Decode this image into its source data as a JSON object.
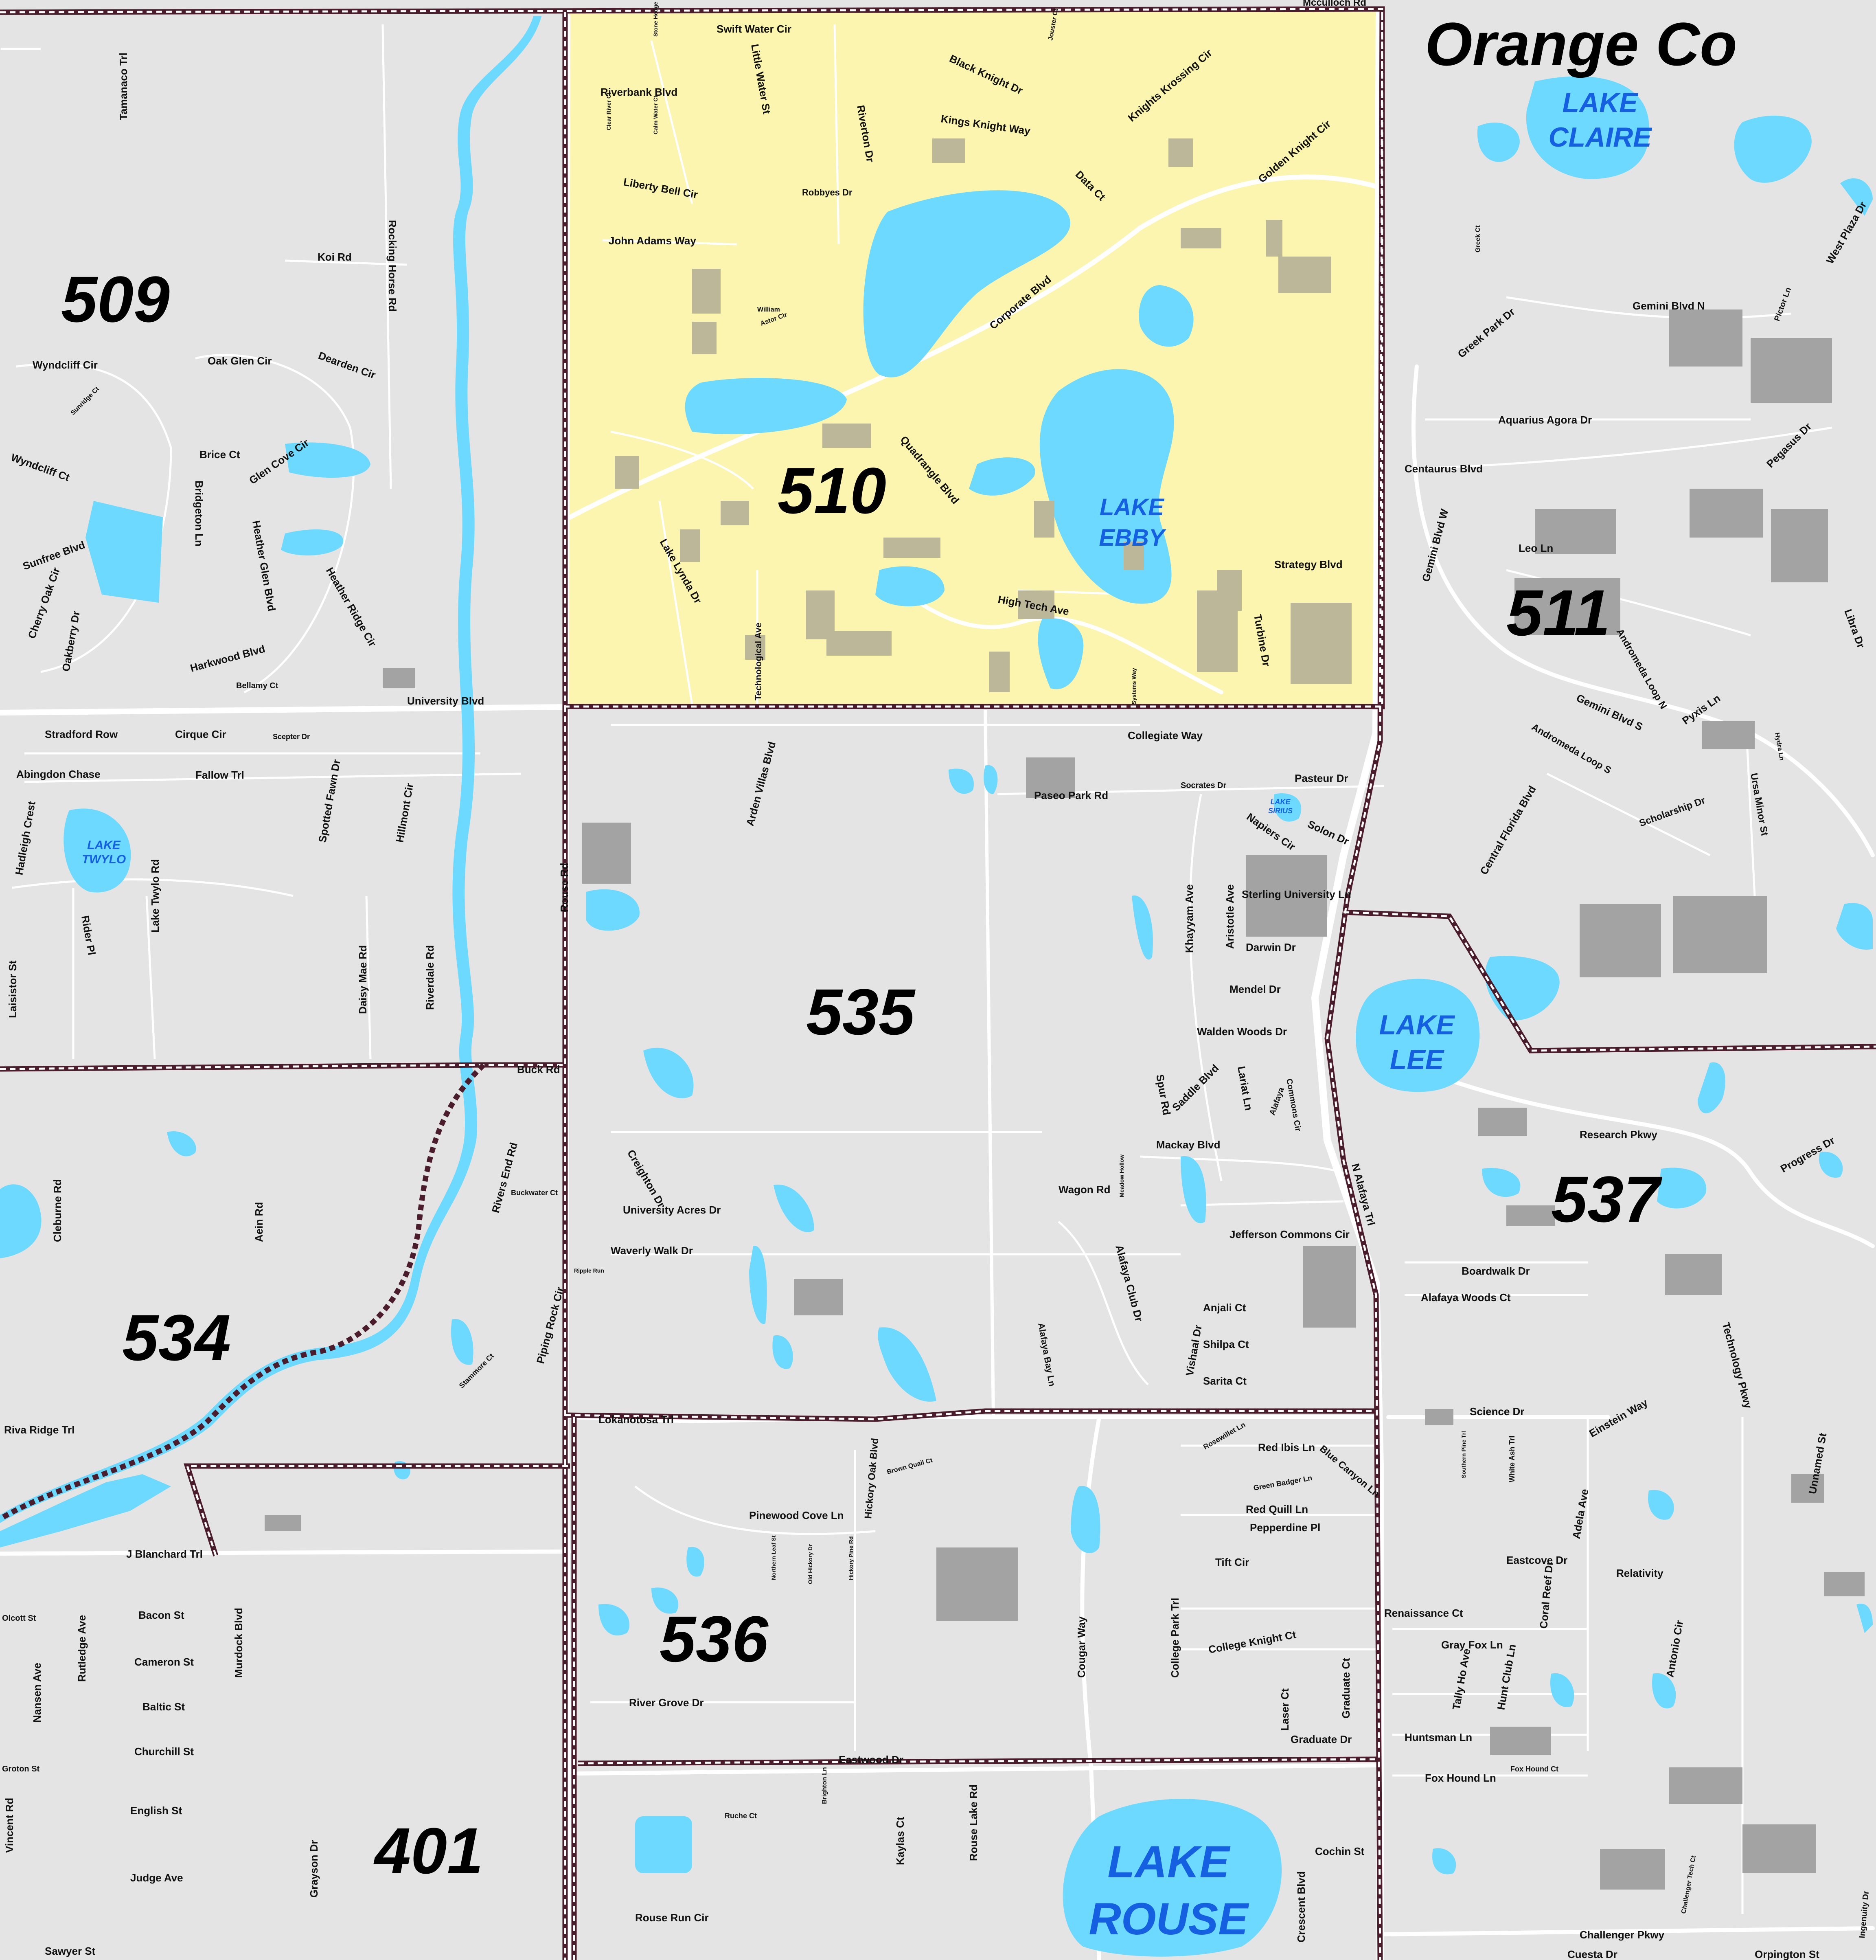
{
  "colors": {
    "background": "#e4e4e4",
    "highlight": "#fbf5b0",
    "water": "#6dd9ff",
    "building": "#a3a3a3",
    "building_highlight": "#bdb79a",
    "road": "#ffffff",
    "boundary": "#4a1c2c"
  },
  "county_label": "Orange Co",
  "precincts": [
    {
      "id": "509",
      "label": "509",
      "highlighted": false
    },
    {
      "id": "510",
      "label": "510",
      "highlighted": true
    },
    {
      "id": "511",
      "label": "511",
      "highlighted": false
    },
    {
      "id": "534",
      "label": "534",
      "highlighted": false
    },
    {
      "id": "535",
      "label": "535",
      "highlighted": false
    },
    {
      "id": "536",
      "label": "536",
      "highlighted": false
    },
    {
      "id": "537",
      "label": "537",
      "highlighted": false
    },
    {
      "id": "401",
      "label": "401",
      "highlighted": false
    }
  ],
  "lakes": [
    {
      "id": "claire",
      "line1": "LAKE",
      "line2": "CLAIRE"
    },
    {
      "id": "ebby",
      "line1": "LAKE",
      "line2": "EBBY"
    },
    {
      "id": "lee",
      "line1": "LAKE",
      "line2": "LEE"
    },
    {
      "id": "rouse",
      "line1": "LAKE",
      "line2": "ROUSE"
    },
    {
      "id": "twylo",
      "line1": "LAKE",
      "line2": "TWYLO"
    },
    {
      "id": "sirius",
      "line1": "LAKE",
      "line2": "SIRIUS"
    }
  ],
  "roads": {
    "mcculloch": "Mcculloch Rd",
    "tamanaco": "Tamanaco Trl",
    "koi": "Koi Rd",
    "rocking_horse": "Rocking Horse Rd",
    "wyndcliff_cir": "Wyndcliff Cir",
    "wyndcliff_ct": "Wyndcliff Ct",
    "oak_glen": "Oak Glen Cir",
    "dearden": "Dearden Cir",
    "sunridge": "Sunridge Ct",
    "brice": "Brice Ct",
    "glen_cove": "Glen Cove Cir",
    "bridgeton": "Bridgeton Ln",
    "sunfree": "Sunfree Blvd",
    "cherry_oak": "Cherry Oak Cir",
    "oakberry": "Oakberry Dr",
    "heather_glen": "Heather Glen Blvd",
    "heather_ridge": "Heather Ridge Cir",
    "harkwood": "Harkwood Blvd",
    "bellamy": "Bellamy Ct",
    "university": "University Blvd",
    "stradford": "Stradford Row",
    "cirque": "Cirque Cir",
    "scepter": "Scepter Dr",
    "abingdon": "Abingdon Chase",
    "fallow": "Fallow Trl",
    "spotted_fawn": "Spotted Fawn Dr",
    "hillmont": "Hillmont Cir",
    "hadleigh": "Hadleigh Crest",
    "rider": "Rider Pl",
    "lake_twylo_rd": "Lake Twylo Rd",
    "laisistor": "Laisistor St",
    "daisy_mae": "Daisy Mae Rd",
    "riverdale": "Riverdale Rd",
    "rouse_rd": "Rouse Rd",
    "buck": "Buck Rd",
    "cleburne": "Cleburne Rd",
    "aein": "Aein Rd",
    "rivers_end": "Rivers End Rd",
    "buckwater": "Buckwater Ct",
    "piping_rock": "Piping Rock Cir",
    "stammore": "Stammore Ct",
    "riva_ridge": "Riva Ridge Trl",
    "j_blanchard": "J Blanchard Trl",
    "bacon": "Bacon St",
    "olcott": "Olcott St",
    "cameron": "Cameron St",
    "nansen": "Nansen Ave",
    "rutledge": "Rutledge Ave",
    "murdock": "Murdock Blvd",
    "baltic": "Baltic St",
    "churchill": "Churchill St",
    "groton": "Groton St",
    "english": "English St",
    "vincent": "Vincent Rd",
    "judge": "Judge Ave",
    "grayson": "Grayson Dr",
    "sawyer": "Sawyer St",
    "swift_water": "Swift Water Cir",
    "stone_hedge": "Stone Hedge Ct",
    "little_water": "Little Water St",
    "riverbank": "Riverbank Blvd",
    "clear_river": "Clear River Ct",
    "calm_water": "Calm Water Ct",
    "riverton": "Riverton Dr",
    "liberty_bell": "Liberty Bell Cir",
    "robbyes": "Robbyes Dr",
    "john_adams": "John Adams Way",
    "william": "William",
    "astor": "Astor Cir",
    "black_knight": "Black Knight Dr",
    "jouster": "Jouster Ct",
    "knights_crossing": "Knights Krossing Cir",
    "kings_knight": "Kings Knight Way",
    "golden_knight": "Golden Knight Cir",
    "data_ct": "Data Ct",
    "corporate": "Corporate Blvd",
    "quadrangle": "Quadrangle Blvd",
    "lake_lynda": "Lake Lynda Dr",
    "technological": "Technological Ave",
    "high_tech": "High Tech Ave",
    "systems": "Systems Way",
    "strategy": "Strategy Blvd",
    "turbine": "Turbine Dr",
    "collegiate": "Collegiate Way",
    "arden_villas": "Arden Villas Blvd",
    "paseo_park": "Paseo Park Rd",
    "socrates": "Socrates Dr",
    "pasteur": "Pasteur Dr",
    "napiers": "Napiers Cir",
    "solon": "Solon Dr",
    "khayyam": "Khayyam Ave",
    "aristotle": "Aristotle Ave",
    "sterling": "Sterling University Ln",
    "darwin": "Darwin Dr",
    "mendel": "Mendel Dr",
    "walden_woods": "Walden Woods Dr",
    "spur": "Spur Rd",
    "saddle": "Saddle Blvd",
    "lariat": "Lariat Ln",
    "commons_cir": "Commons Cir",
    "alafaya_cir": "Alafaya",
    "mackay": "Mackay Blvd",
    "wagon": "Wagon Rd",
    "meadow_hollow": "Meadow Hollow",
    "jefferson": "Jefferson Commons Cir",
    "creighton": "Creighton Dr",
    "university_acres": "University Acres Dr",
    "waverly": "Waverly Walk Dr",
    "ripple_run": "Ripple Run",
    "alafaya_club": "Alafaya Club Dr",
    "alafaya_bay": "Alafaya Bay Ln",
    "vishaal": "Vishaal Dr",
    "anjali": "Anjali Ct",
    "shilpa": "Shilpa Ct",
    "sarita": "Sarita Ct",
    "n_alafaya": "N Alafaya Trl",
    "lokanotosa": "Lokanotosa Trl",
    "hickory_oak": "Hickory Oak Blvd",
    "brown_quail": "Brown Quail Ct",
    "pinewood_cove": "Pinewood Cove Ln",
    "northern_leaf": "Northern Leaf St",
    "old_hickory": "Old Hickory Dr",
    "hickory_pine": "Hickory Pine Rd",
    "river_grove": "River Grove Dr",
    "cougar": "Cougar Way",
    "eastwood": "Eastwood Dr",
    "brighton": "Brighton Ln",
    "ruche": "Ruche Ct",
    "kaylas": "Kaylas Ct",
    "rouse_lake_rd": "Rouse Lake Rd",
    "rouse_run": "Rouse Run Cir",
    "rosewillet": "Rosewillet Ln",
    "red_ibis": "Red Ibis Ln",
    "blue_canyon": "Blue Canyon Ln",
    "green_badger": "Green Badger Ln",
    "red_quill": "Red Quill Ln",
    "pepperdine": "Pepperdine Pl",
    "tift": "Tift Cir",
    "college_park": "College Park Trl",
    "college_knight": "College Knight Ct",
    "laser": "Laser Ct",
    "graduate_ct": "Graduate Ct",
    "graduate_dr": "Graduate Dr",
    "crescent": "Crescent Blvd",
    "cochin": "Cochin St",
    "greek_ct": "Greek Ct",
    "greek_park": "Greek Park Dr",
    "gemini_n": "Gemini Blvd N",
    "gemini_w": "Gemini Blvd W",
    "gemini_s": "Gemini Blvd S",
    "west_plaza": "West Plaza Dr",
    "pictor": "Pictor Ln",
    "aquarius": "Aquarius Agora Dr",
    "centaurus": "Centaurus Blvd",
    "pegasus": "Pegasus Dr",
    "leo": "Leo Ln",
    "libra": "Libra Dr",
    "andromeda_n": "Andromeda Loop N",
    "andromeda_s": "Andromeda Loop S",
    "pyxis": "Pyxis Ln",
    "hydra": "Hydra Ln",
    "ursa_minor": "Ursa Minor St",
    "central_florida": "Central Florida Blvd",
    "scholarship": "Scholarship Dr",
    "research": "Research Pkwy",
    "progress": "Progress Dr",
    "boardwalk": "Boardwalk Dr",
    "alafaya_woods": "Alafaya Woods Ct",
    "technology": "Technology Pkwy",
    "science": "Science Dr",
    "southern_pine": "Southern Pine Trl",
    "white_ash": "White Ash Trl",
    "einstein": "Einstein Way",
    "unnamed": "Unnamed St",
    "adela": "Adela Ave",
    "eastcove": "Eastcove Dr",
    "relativity": "Relativity",
    "coral_reef": "Coral Reef Dr",
    "renaissance": "Renaissance Ct",
    "gray_fox": "Gray Fox Ln",
    "tally_ho": "Tally Ho Ave",
    "hunt_club": "Hunt Club Ln",
    "antonio": "Antonio Cir",
    "huntsman": "Huntsman Ln",
    "fox_hound_ln": "Fox Hound Ln",
    "fox_hound_ct": "Fox Hound Ct",
    "challenger_tech": "Challenger Tech Ct",
    "challenger_pkwy": "Challenger Pkwy",
    "ingenuity": "Ingenuity Dr",
    "cuesta": "Cuesta Dr",
    "orpington": "Orpington St"
  }
}
